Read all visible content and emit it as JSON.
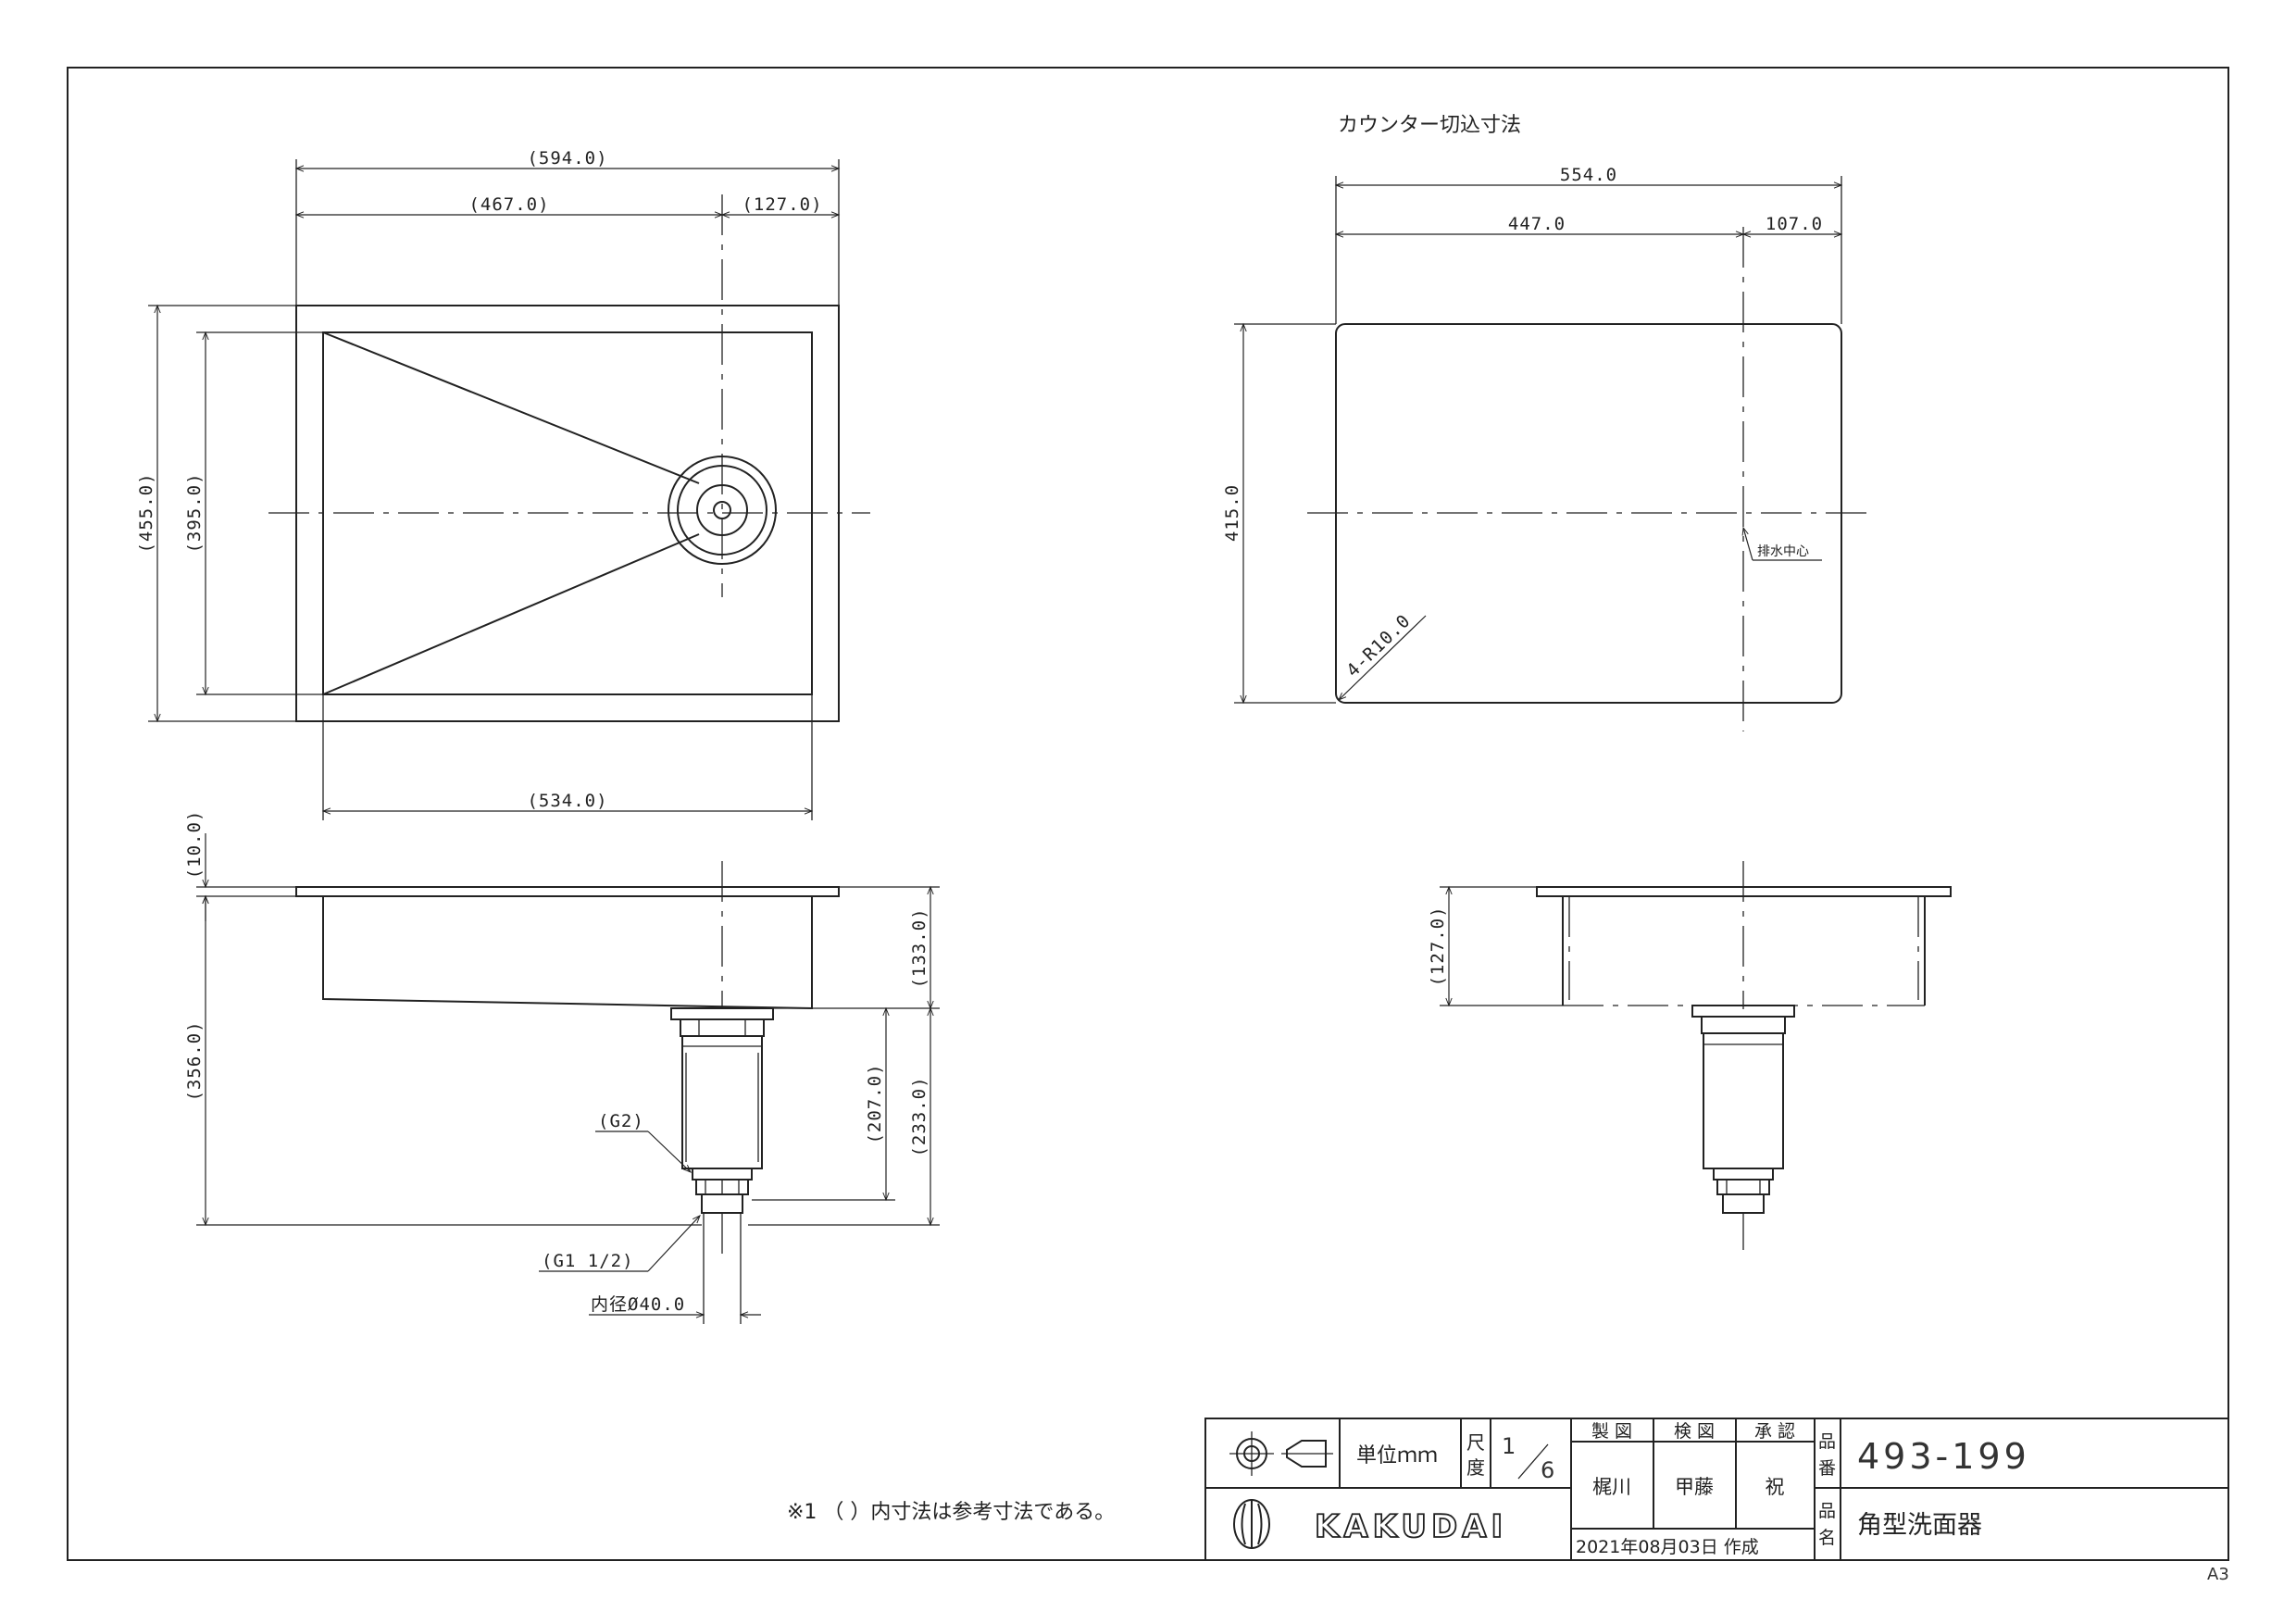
{
  "top_view": {
    "dims": {
      "overall_width": "(594.0)",
      "to_drain": "(467.0)",
      "drain_to_edge": "(127.0)",
      "overall_depth": "(455.0)",
      "bowl_depth": "(395.0)",
      "bowl_width": "(534.0)"
    }
  },
  "cutout_view": {
    "title": "カウンター切込寸法",
    "dims": {
      "width": "554.0",
      "to_drain": "447.0",
      "drain_to_edge": "107.0",
      "depth": "415.0",
      "corner_radius": "4-R10.0"
    },
    "drain_center_label": "排水中心"
  },
  "side_view": {
    "dims": {
      "flange_thickness": "(10.0)",
      "total_height": "(356.0)",
      "bowl_height": "(133.0)",
      "drain_207": "(207.0)",
      "drain_233": "(233.0)",
      "inner_diameter": "内径Ø40.0"
    },
    "labels": {
      "g2": "(G2)",
      "g1_half": "(G1 1/2)"
    }
  },
  "front_view": {
    "dims": {
      "bowl_height": "(127.0)"
    }
  },
  "note": "※1 （ ）内寸法は参考寸法である。",
  "title_block": {
    "unit_label": "単位ｍｍ",
    "scale_label_1": "尺",
    "scale_label_2": "度",
    "scale_num": "1",
    "scale_den": "6",
    "made_header": "製 図",
    "checked_header": "検 図",
    "approved_header": "承 認",
    "made_by": "梶川",
    "checked_by": "甲藤",
    "approved_by": "祝",
    "part_no_label_1": "品",
    "part_no_label_2": "番",
    "part_no": "493-199",
    "part_name_label_1": "品",
    "part_name_label_2": "名",
    "part_name": "角型洗面器",
    "brand": "KAKUDAI",
    "date": "2021年08月03日 作成"
  },
  "sheet_size": "A3"
}
